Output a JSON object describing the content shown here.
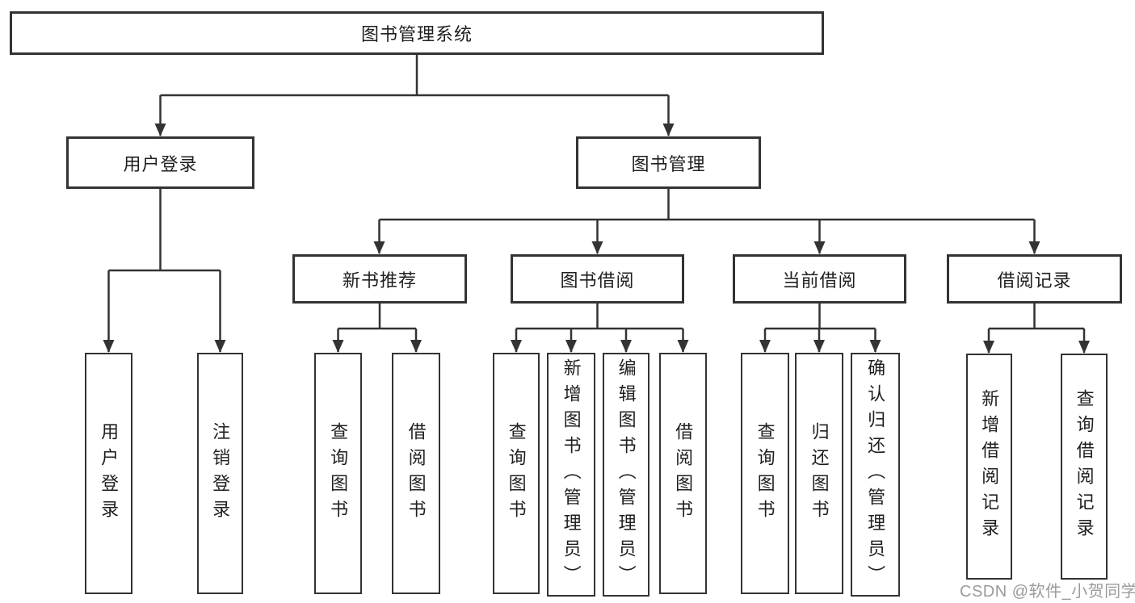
{
  "colors": {
    "line": "#333333",
    "text": "#1f1f1f",
    "watermark": "#9b9b9b",
    "background": "#ffffff"
  },
  "tree": {
    "root": {
      "label": "图书管理系统"
    },
    "level2": [
      {
        "label": "用户登录",
        "children": [
          "用户登录",
          "注销登录"
        ]
      },
      {
        "label": "图书管理",
        "children": [
          {
            "label": "新书推荐",
            "children": [
              "查询图书",
              "借阅图书"
            ]
          },
          {
            "label": "图书借阅",
            "children": [
              "查询图书",
              "新增图书（管理员）",
              "编辑图书（管理员）",
              "借阅图书"
            ]
          },
          {
            "label": "当前借阅",
            "children": [
              "查询图书",
              "归还图书",
              "确认归还（管理员）"
            ]
          },
          {
            "label": "借阅记录",
            "children": [
              "新增借阅记录",
              "查询借阅记录"
            ]
          }
        ]
      }
    ]
  },
  "watermark": {
    "text": "CSDN @软件_小贺同学"
  }
}
